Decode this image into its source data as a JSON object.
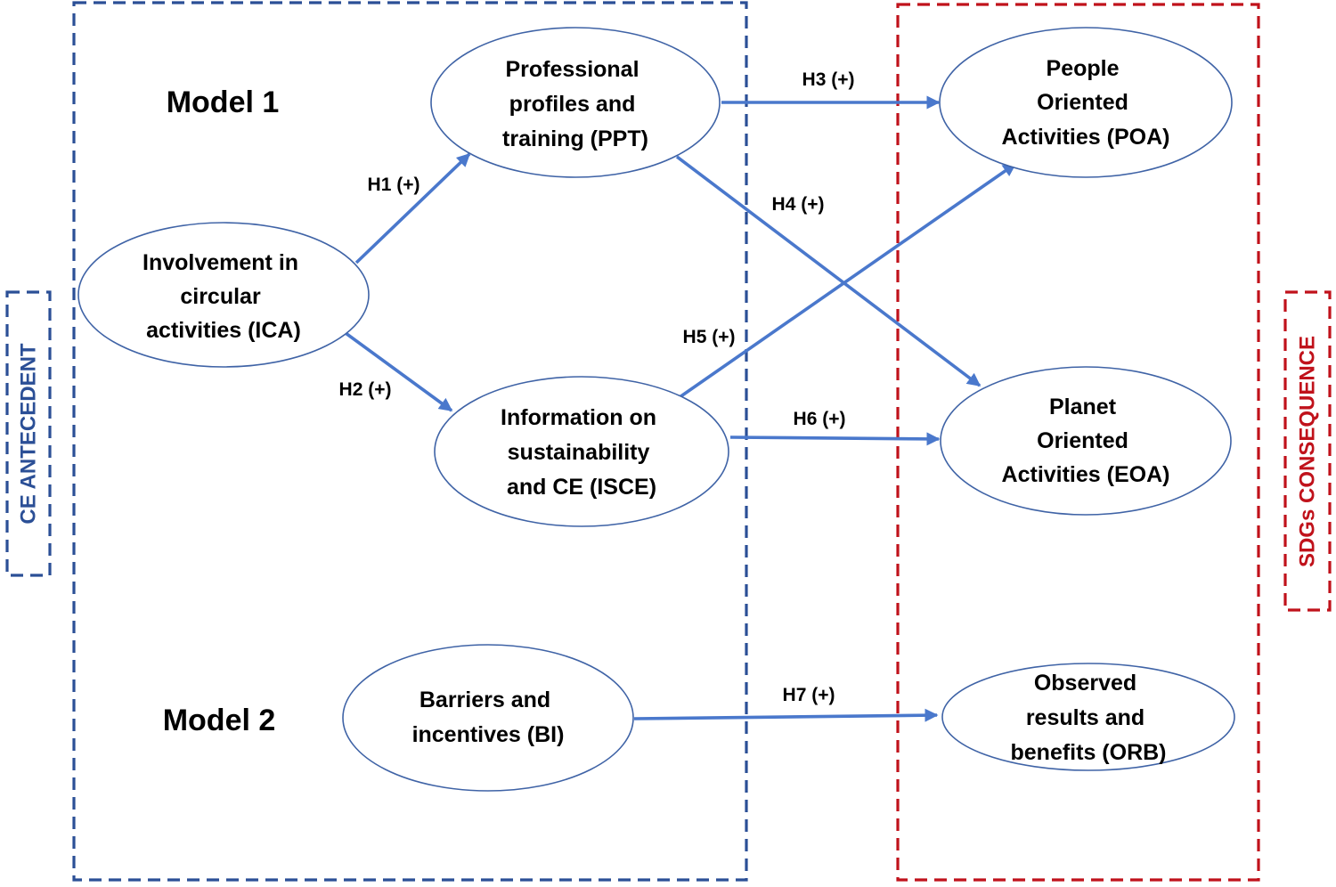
{
  "colors": {
    "antecedent": "#2b4f96",
    "consequence": "#c0121b",
    "arrow": "#4a78cc",
    "node_border": "#3f63a6"
  },
  "models": {
    "model1": "Model 1",
    "model2": "Model 2"
  },
  "sides": {
    "antecedent": "CE ANTECEDENT",
    "consequence": "SDGs CONSEQUENCE"
  },
  "nodes": {
    "ica": [
      "Involvement in",
      "circular",
      "activities (ICA)"
    ],
    "ppt": [
      "Professional",
      "profiles and",
      "training (PPT)"
    ],
    "isce": [
      "Information on",
      "sustainability",
      "and CE (ISCE)"
    ],
    "bi": [
      "Barriers and",
      "incentives (BI)"
    ],
    "poa": [
      "People",
      "Oriented",
      "Activities (POA)"
    ],
    "eoa": [
      "Planet",
      "Oriented",
      "Activities (EOA)"
    ],
    "orb": [
      "Observed",
      "results and",
      "benefits (ORB)"
    ]
  },
  "hypotheses": {
    "h1": "H1 (+)",
    "h2": "H2 (+)",
    "h3": "H3 (+)",
    "h4": "H4 (+)",
    "h5": "H5 (+)",
    "h6": "H6 (+)",
    "h7": "H7 (+)"
  }
}
